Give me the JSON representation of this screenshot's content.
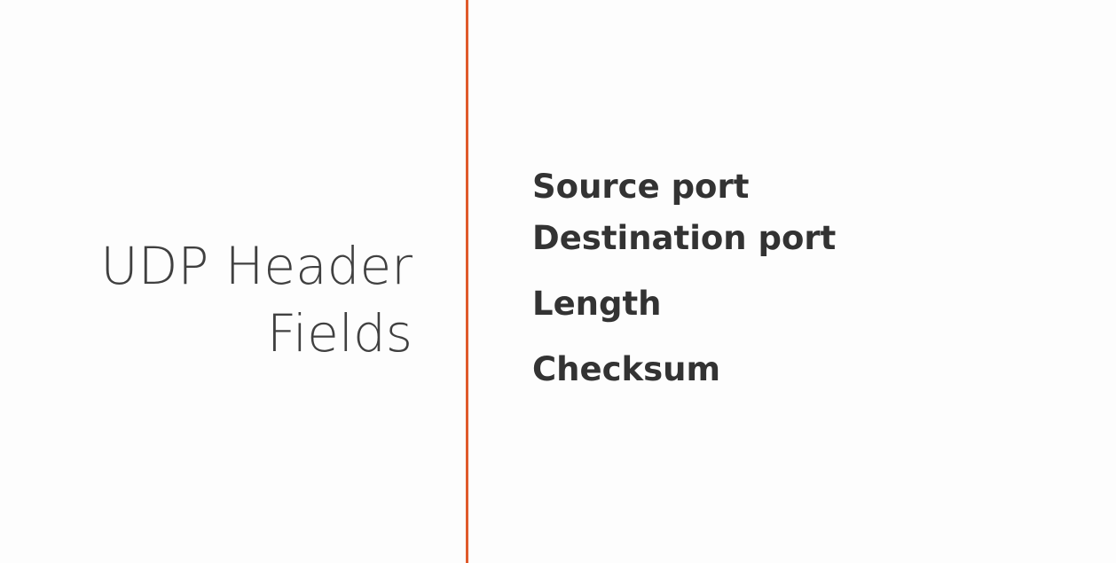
{
  "slide": {
    "title_lines": [
      "UDP Header",
      "Fields"
    ],
    "fields": [
      "Source port",
      "Destination port",
      "Length",
      "Checksum"
    ],
    "colors": {
      "divider": "#e05a2b",
      "text": "#333333",
      "title": "#404040",
      "background": "#fdfdfd"
    }
  }
}
